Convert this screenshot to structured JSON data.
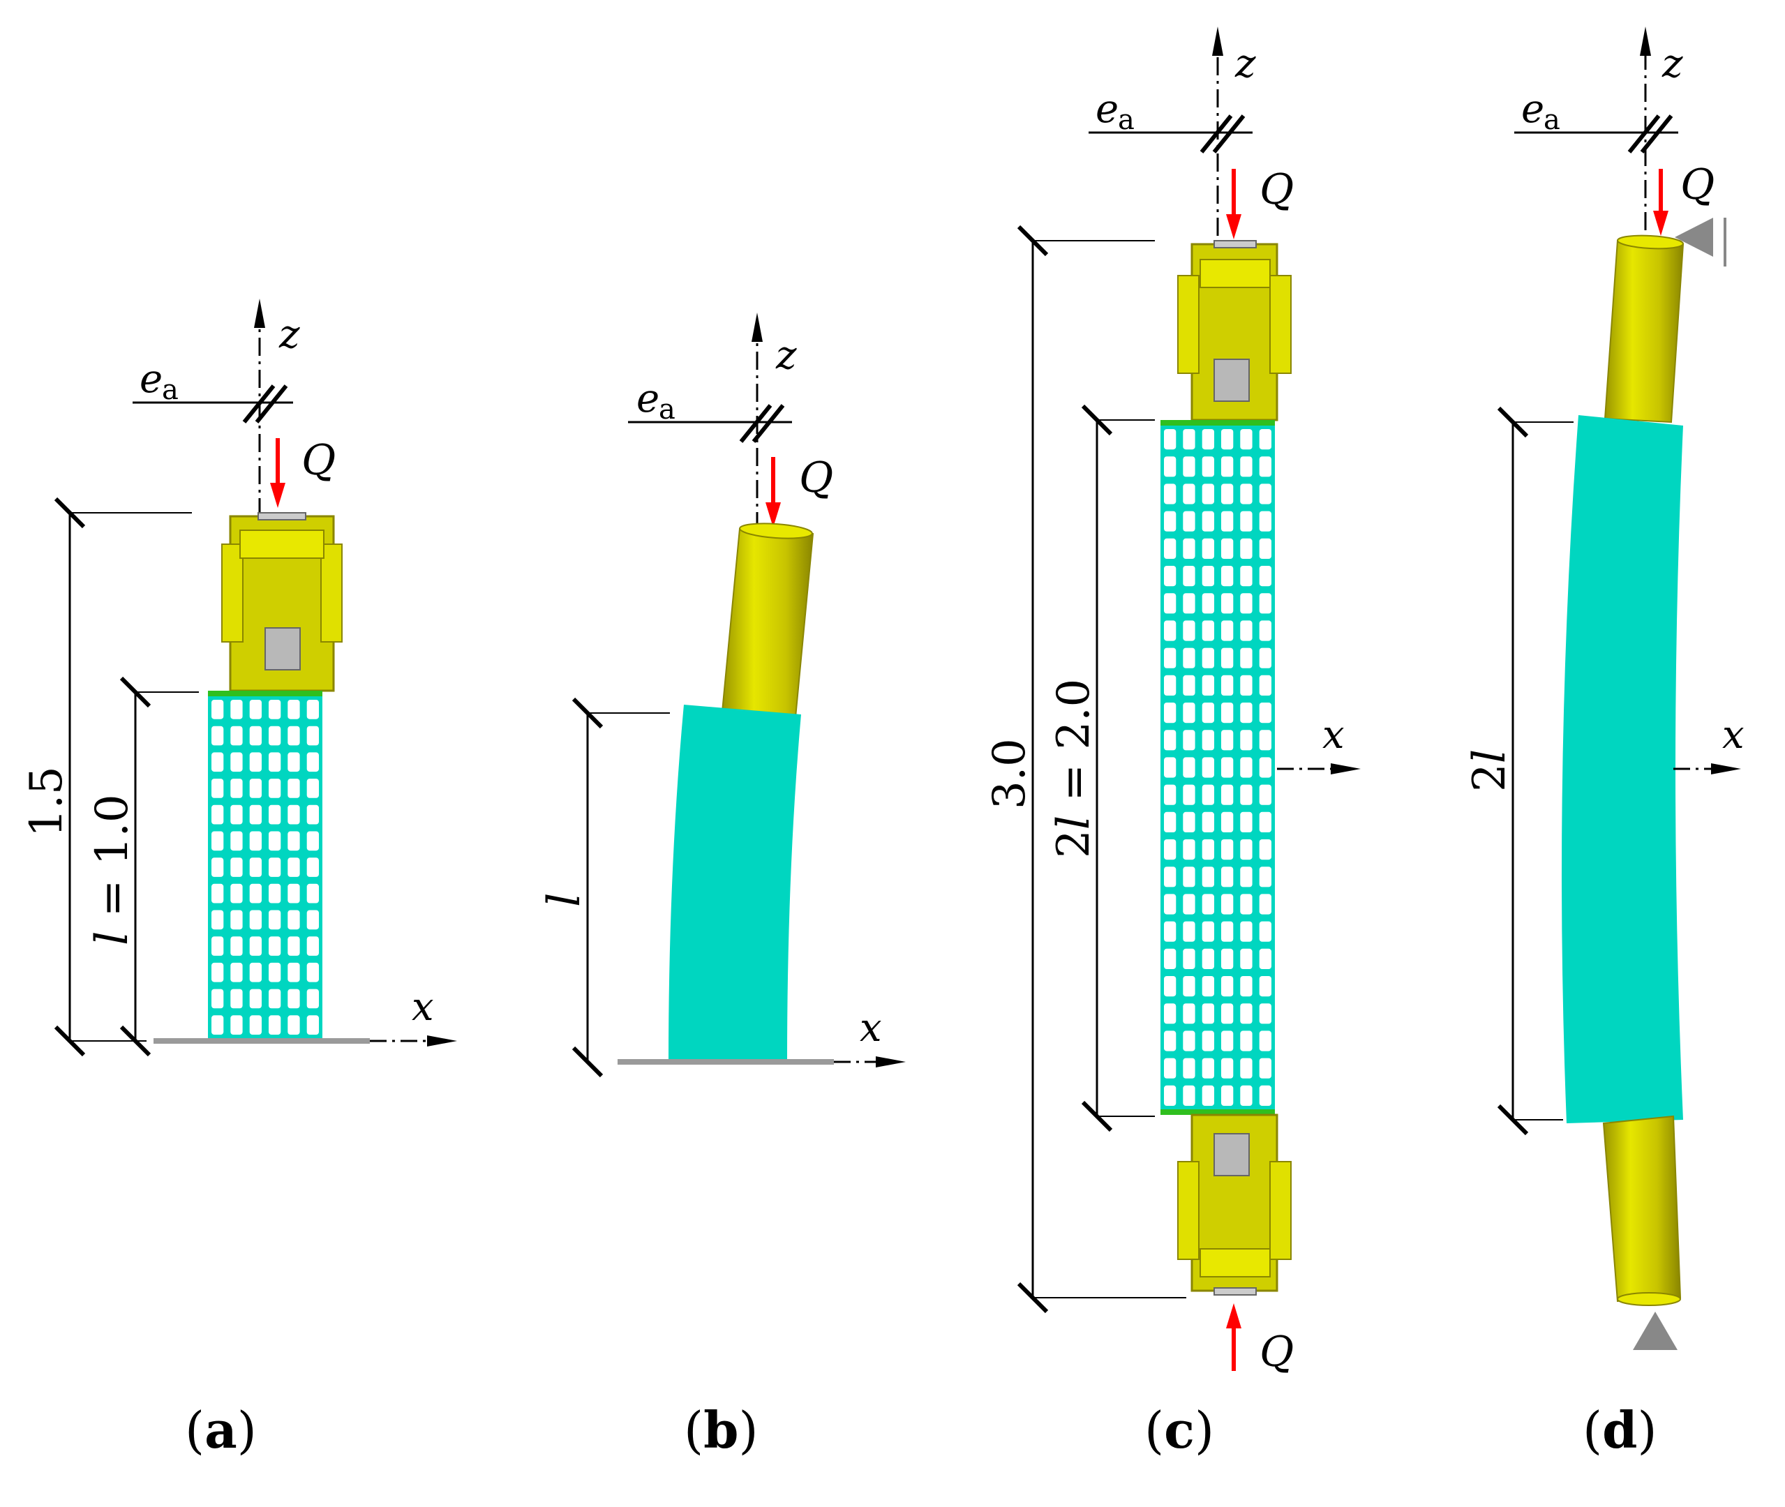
{
  "colors": {
    "column": "#00d6c0",
    "fixture": "#d8d800",
    "fixture_dark": "#a8a400",
    "plate": "#2fbf1f",
    "load": "#ff0000",
    "support": "#888888",
    "line": "#000000"
  },
  "labels": {
    "axis_z": "z",
    "axis_x": "x",
    "ecc_e": "e",
    "ecc_sub": "a",
    "load": "Q"
  },
  "panels": [
    {
      "id": "a",
      "caption_open": "(",
      "caption_letter": "a",
      "caption_close": ")",
      "dims": {
        "outer": "1.5",
        "inner_var": "l",
        "inner_rest": " = 1.0"
      }
    },
    {
      "id": "b",
      "caption_open": "(",
      "caption_letter": "b",
      "caption_close": ")",
      "dims": {
        "inner_var": "l"
      }
    },
    {
      "id": "c",
      "caption_open": "(",
      "caption_letter": "c",
      "caption_close": ")",
      "dims": {
        "outer": "3.0",
        "inner_num": "2",
        "inner_var": "l",
        "inner_rest": " = 2.0"
      }
    },
    {
      "id": "d",
      "caption_open": "(",
      "caption_letter": "d",
      "caption_close": ")",
      "dims": {
        "inner_num": "2",
        "inner_var": "l"
      }
    }
  ]
}
